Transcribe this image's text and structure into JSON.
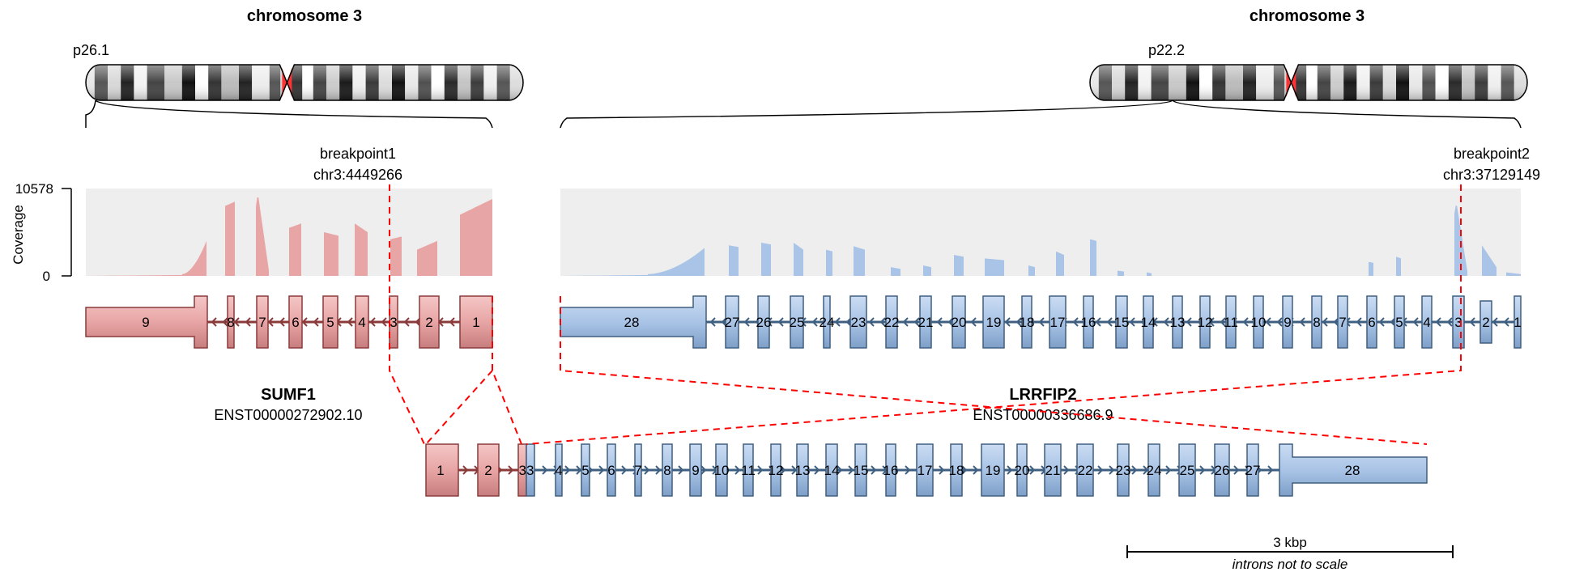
{
  "left": {
    "chromosome_title": "chromosome 3",
    "band_label": "p26.1",
    "breakpoint_label": "breakpoint1",
    "breakpoint_coord": "chr3:4449266",
    "gene_name": "SUMF1",
    "transcript_id": "ENST00000272902.10",
    "exons": [
      "9",
      "8",
      "7",
      "6",
      "5",
      "4",
      "3",
      "2",
      "1"
    ]
  },
  "right": {
    "chromosome_title": "chromosome 3",
    "band_label": "p22.2",
    "breakpoint_label": "breakpoint2",
    "breakpoint_coord": "chr3:37129149",
    "gene_name": "LRRFIP2",
    "transcript_id": "ENST00000336686.9",
    "exons": [
      "28",
      "27",
      "26",
      "25",
      "24",
      "23",
      "22",
      "21",
      "20",
      "19",
      "18",
      "17",
      "16",
      "15",
      "14",
      "13",
      "12",
      "11",
      "10",
      "9",
      "8",
      "7",
      "6",
      "5",
      "4",
      "3",
      "2",
      "1"
    ]
  },
  "coverage": {
    "axis_label": "Coverage",
    "max_label": "10578",
    "min_label": "0"
  },
  "fusion": {
    "exons_sumf1": [
      "1",
      "2",
      "3"
    ],
    "exons_lrrfip2": [
      "3",
      "4",
      "5",
      "6",
      "7",
      "8",
      "9",
      "10",
      "11",
      "12",
      "13",
      "14",
      "15",
      "16",
      "17",
      "18",
      "19",
      "20",
      "21",
      "22",
      "23",
      "24",
      "25",
      "26",
      "27",
      "28"
    ]
  },
  "scale_bar": {
    "label": "3 kbp",
    "note": "introns not to scale"
  },
  "colors": {
    "sumf1_fill": "#e8a5a5",
    "sumf1_stroke": "#8b3a3a",
    "lrrfip2_fill": "#a9c4e6",
    "lrrfip2_stroke": "#3f5f80",
    "breakpoint_line": "#ff0000",
    "coverage_bg": "#eeeeee",
    "centromere": "#ff3333"
  }
}
